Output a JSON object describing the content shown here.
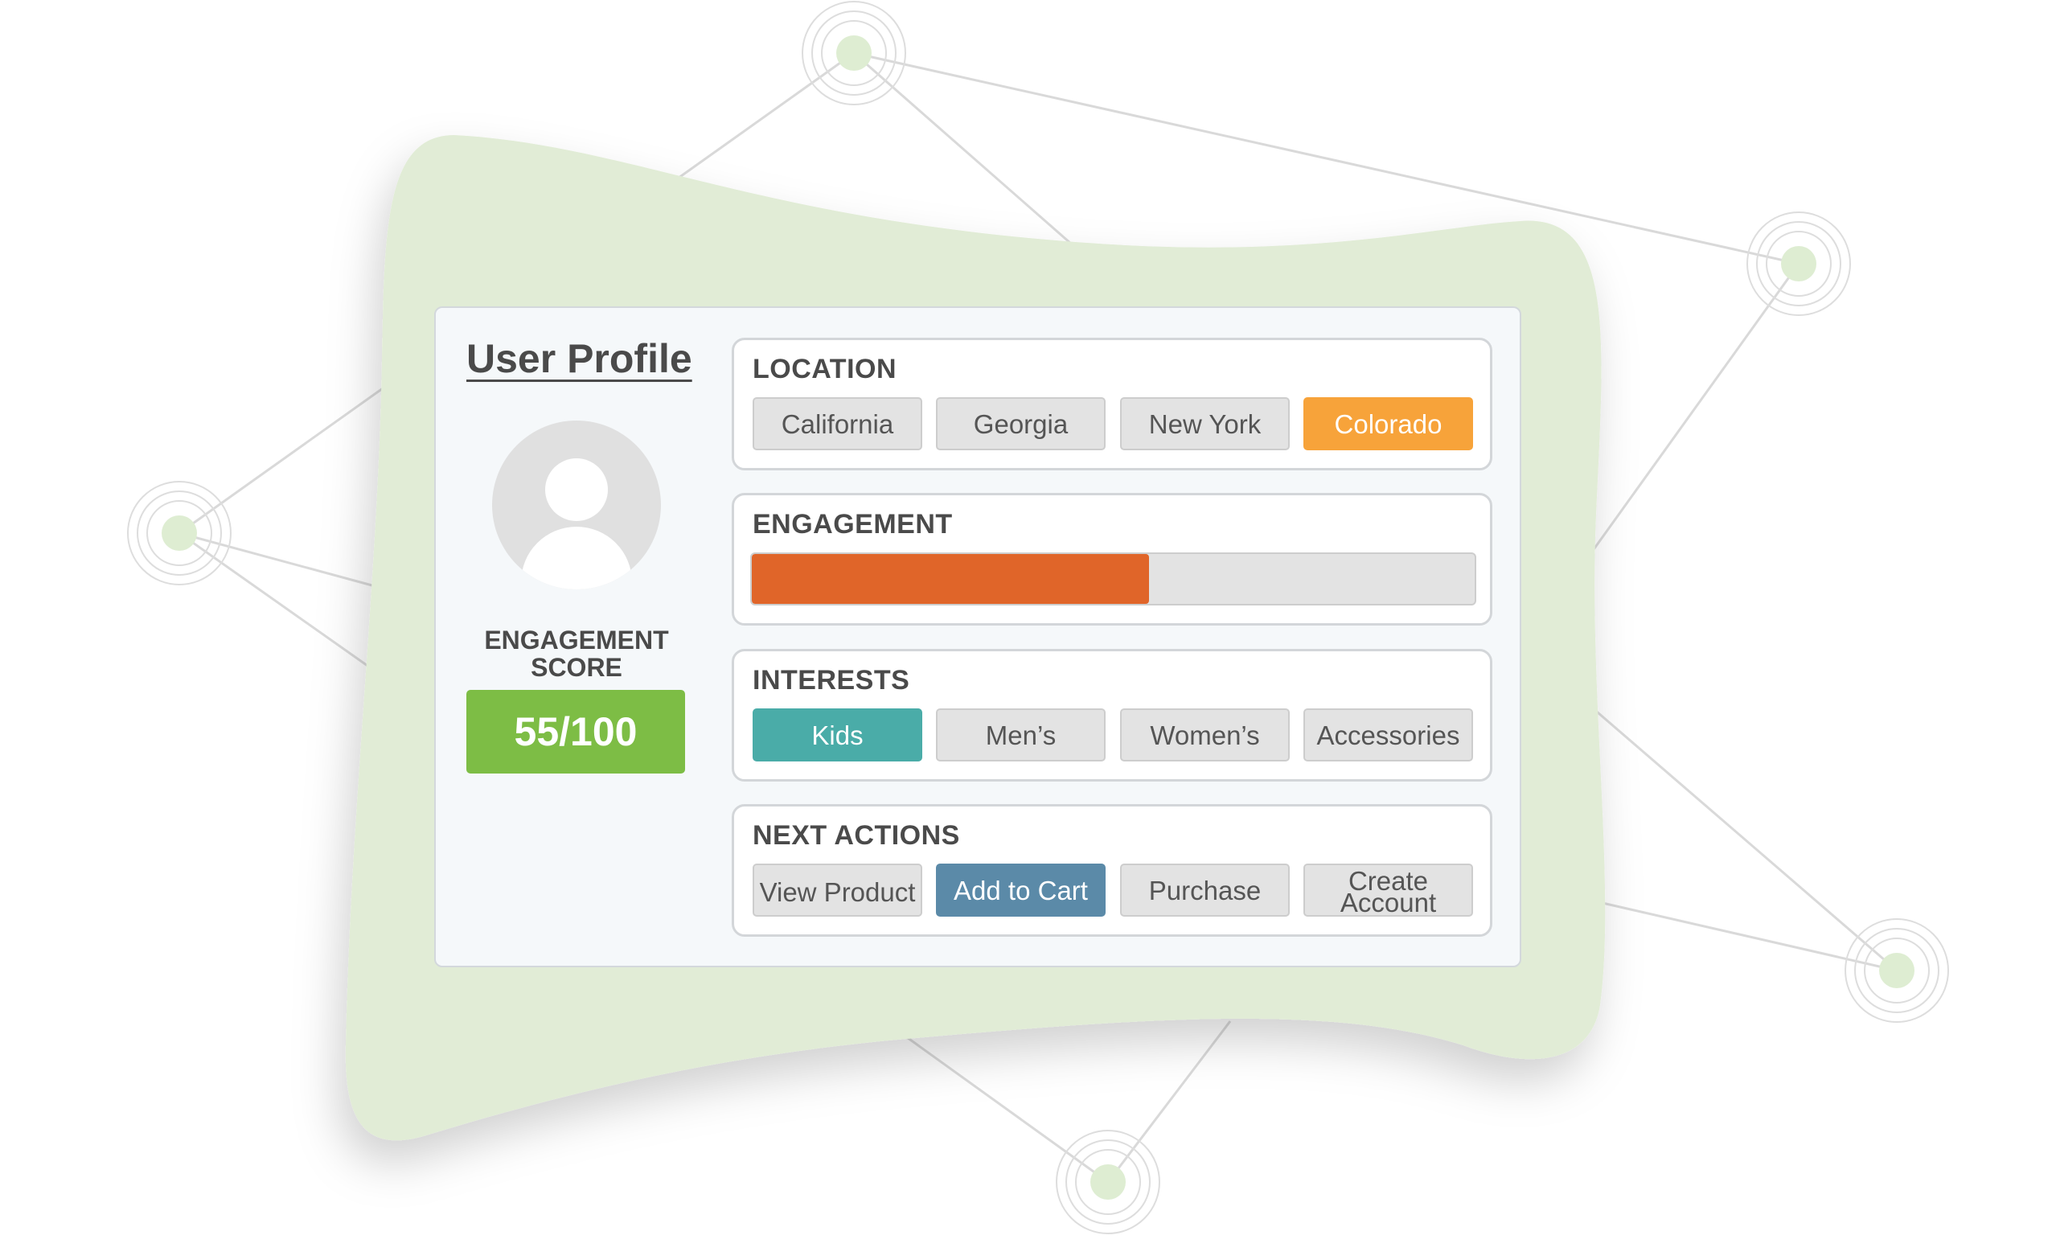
{
  "profile": {
    "title": "User Profile",
    "avatar_icon": "user-avatar-icon",
    "score_label_line1": "ENGAGEMENT",
    "score_label_line2": "SCORE",
    "score_value": "55/100",
    "score_color": "#7dbd45"
  },
  "location": {
    "title": "LOCATION",
    "options": [
      "California",
      "Georgia",
      "New York",
      "Colorado"
    ],
    "selected": "Colorado",
    "selected_color": "#f7a33a"
  },
  "engagement": {
    "title": "ENGAGEMENT",
    "progress": 0.55,
    "bar_color": "#e06529"
  },
  "interests": {
    "title": "INTERESTS",
    "options": [
      "Kids",
      "Men’s",
      "Women’s",
      "Accessories"
    ],
    "selected": "Kids",
    "selected_color": "#4aaca8"
  },
  "next_actions": {
    "title": "NEXT ACTIONS",
    "options": [
      "View Product",
      "Add to Cart",
      "Purchase",
      "Create Account"
    ],
    "selected": "Add to Cart",
    "selected_color": "#5b8aa8"
  },
  "theme": {
    "blob_color": "#e1ecd6",
    "node_color": "#deedd2",
    "chip_color": "#e3e3e3"
  }
}
